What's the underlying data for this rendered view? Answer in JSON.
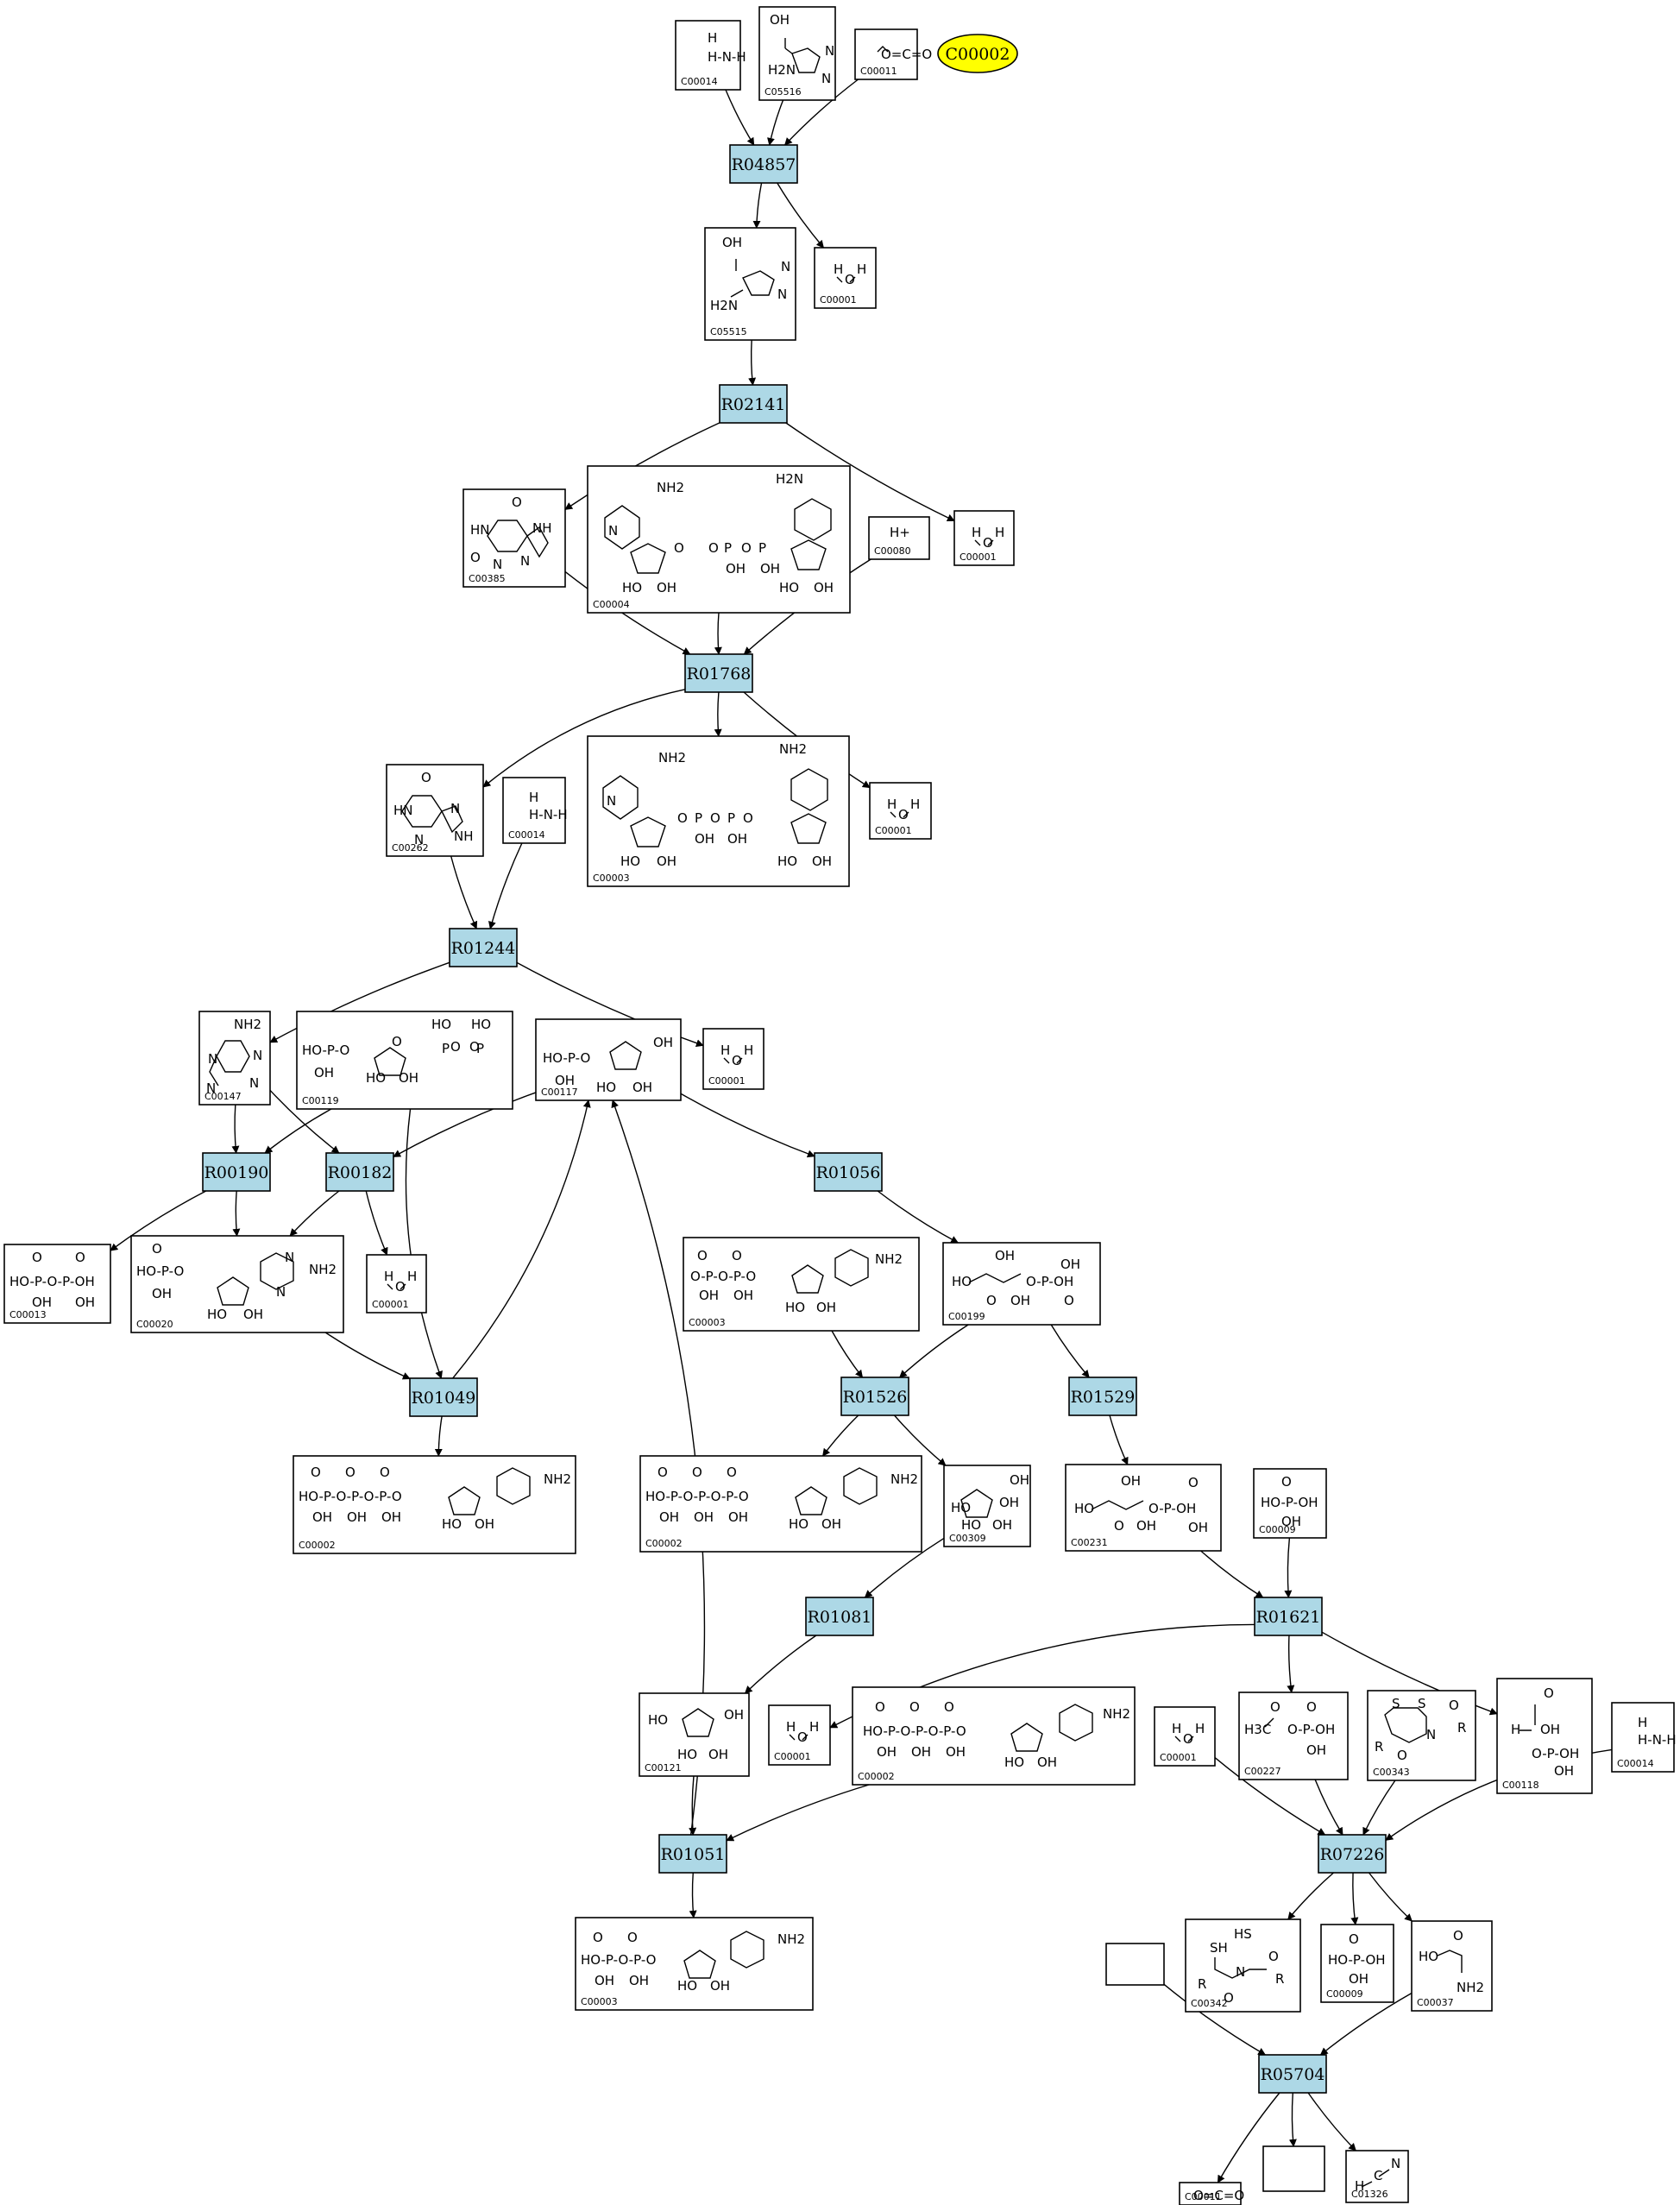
{
  "highlight": {
    "label": "C00002",
    "color": "#ffff00"
  },
  "reactions": [
    {
      "id": "R04857",
      "label": "R04857"
    },
    {
      "id": "R02141",
      "label": "R02141"
    },
    {
      "id": "R01768",
      "label": "R01768"
    },
    {
      "id": "R01244",
      "label": "R01244"
    },
    {
      "id": "R00190",
      "label": "R00190"
    },
    {
      "id": "R00182",
      "label": "R00182"
    },
    {
      "id": "R01056",
      "label": "R01056"
    },
    {
      "id": "R01049",
      "label": "R01049"
    },
    {
      "id": "R01526",
      "label": "R01526"
    },
    {
      "id": "R01529",
      "label": "R01529"
    },
    {
      "id": "R01081",
      "label": "R01081"
    },
    {
      "id": "R01621",
      "label": "R01621"
    },
    {
      "id": "R01051",
      "label": "R01051"
    },
    {
      "id": "R07226",
      "label": "R07226"
    },
    {
      "id": "R05704",
      "label": "R05704"
    }
  ],
  "reaction_color": "#add8e6",
  "compounds": [
    {
      "key": "c00014a",
      "id": "C00014",
      "formula": "NH3"
    },
    {
      "key": "c05516",
      "id": "C05516",
      "formula": ""
    },
    {
      "key": "c00011a",
      "id": "C00011",
      "formula": "O=C=O"
    },
    {
      "key": "c05515",
      "id": "C05515",
      "formula": ""
    },
    {
      "key": "c00001a",
      "id": "C00001",
      "formula": "H2O"
    },
    {
      "key": "c00385",
      "id": "C00385",
      "formula": ""
    },
    {
      "key": "c00004",
      "id": "C00004",
      "formula": ""
    },
    {
      "key": "c00080",
      "id": "C00080",
      "formula": "H+"
    },
    {
      "key": "c00001b",
      "id": "C00001",
      "formula": "H2O"
    },
    {
      "key": "c00262",
      "id": "C00262",
      "formula": ""
    },
    {
      "key": "c00014b",
      "id": "C00014",
      "formula": "NH3"
    },
    {
      "key": "c00003a",
      "id": "C00003",
      "formula": ""
    },
    {
      "key": "c00001c",
      "id": "C00001",
      "formula": "H2O"
    },
    {
      "key": "c00147",
      "id": "C00147",
      "formula": ""
    },
    {
      "key": "c00119",
      "id": "C00119",
      "formula": ""
    },
    {
      "key": "c00117",
      "id": "C00117",
      "formula": ""
    },
    {
      "key": "c00001d",
      "id": "C00001",
      "formula": "H2O"
    },
    {
      "key": "c00013",
      "id": "C00013",
      "formula": ""
    },
    {
      "key": "c00020",
      "id": "C00020",
      "formula": ""
    },
    {
      "key": "c00001e",
      "id": "C00001",
      "formula": "H2O"
    },
    {
      "key": "c00003b",
      "id": "C00003",
      "formula": ""
    },
    {
      "key": "c00199",
      "id": "C00199",
      "formula": ""
    },
    {
      "key": "c00002a",
      "id": "C00002",
      "formula": ""
    },
    {
      "key": "c00002b",
      "id": "C00002",
      "formula": ""
    },
    {
      "key": "c00309",
      "id": "C00309",
      "formula": ""
    },
    {
      "key": "c00231",
      "id": "C00231",
      "formula": ""
    },
    {
      "key": "c00009a",
      "id": "C00009",
      "formula": ""
    },
    {
      "key": "c00121",
      "id": "C00121",
      "formula": ""
    },
    {
      "key": "c00001f",
      "id": "C00001",
      "formula": "H2O"
    },
    {
      "key": "c00002c",
      "id": "C00002",
      "formula": ""
    },
    {
      "key": "c00001g",
      "id": "C00001",
      "formula": "H2O"
    },
    {
      "key": "c00227",
      "id": "C00227",
      "formula": ""
    },
    {
      "key": "c00343",
      "id": "C00343",
      "formula": ""
    },
    {
      "key": "c00118",
      "id": "C00118",
      "formula": ""
    },
    {
      "key": "c00014c",
      "id": "C00014",
      "formula": "NH3"
    },
    {
      "key": "c00003c",
      "id": "C00003",
      "formula": ""
    },
    {
      "key": "c00342",
      "id": "C00342",
      "formula": ""
    },
    {
      "key": "c00009b",
      "id": "C00009",
      "formula": ""
    },
    {
      "key": "c00037",
      "id": "C00037",
      "formula": ""
    },
    {
      "key": "blank1",
      "id": "",
      "formula": ""
    },
    {
      "key": "c00011b",
      "id": "C00011",
      "formula": "O=C=O"
    },
    {
      "key": "blank2",
      "id": "",
      "formula": ""
    },
    {
      "key": "c01326",
      "id": "C01326",
      "formula": "HCN"
    }
  ],
  "edges": [
    [
      "c00014a",
      "R04857"
    ],
    [
      "c05516",
      "R04857"
    ],
    [
      "c00011a",
      "R04857"
    ],
    [
      "R04857",
      "c05515"
    ],
    [
      "R04857",
      "c00001a"
    ],
    [
      "c05515",
      "R02141"
    ],
    [
      "R02141",
      "c00385"
    ],
    [
      "R02141",
      "c00001b"
    ],
    [
      "c00385",
      "R01768"
    ],
    [
      "c00004",
      "R01768"
    ],
    [
      "c00080",
      "R01768"
    ],
    [
      "R01768",
      "c00262"
    ],
    [
      "R01768",
      "c00003a"
    ],
    [
      "R01768",
      "c00001c"
    ],
    [
      "c00262",
      "R01244"
    ],
    [
      "c00014b",
      "R01244"
    ],
    [
      "R01244",
      "c00147"
    ],
    [
      "R01244",
      "c00001d"
    ],
    [
      "c00147",
      "R00190"
    ],
    [
      "c00147",
      "R00182"
    ],
    [
      "c00119",
      "R00190"
    ],
    [
      "c00119",
      "R01049"
    ],
    [
      "c00117",
      "R00182"
    ],
    [
      "c00117",
      "R01056"
    ],
    [
      "R00190",
      "c00013"
    ],
    [
      "R00190",
      "c00020"
    ],
    [
      "R00182",
      "c00020"
    ],
    [
      "R00182",
      "c00001e"
    ],
    [
      "c00020",
      "R01049"
    ],
    [
      "R01049",
      "c00117"
    ],
    [
      "R01049",
      "c00002a"
    ],
    [
      "R01056",
      "c00199"
    ],
    [
      "c00003b",
      "R01526"
    ],
    [
      "c00199",
      "R01526"
    ],
    [
      "c00199",
      "R01529"
    ],
    [
      "R01526",
      "c00002b"
    ],
    [
      "R01526",
      "c00309"
    ],
    [
      "R01529",
      "c00231"
    ],
    [
      "c00309",
      "R01081"
    ],
    [
      "R01081",
      "c00121"
    ],
    [
      "c00231",
      "R01621"
    ],
    [
      "c00009a",
      "R01621"
    ],
    [
      "R01621",
      "c00001f"
    ],
    [
      "R01621",
      "c00227"
    ],
    [
      "R01621",
      "c00118"
    ],
    [
      "c00121",
      "R01051"
    ],
    [
      "c00002c",
      "R01051"
    ],
    [
      "R01051",
      "c00117"
    ],
    [
      "R01051",
      "c00003c"
    ],
    [
      "c00001g",
      "R07226"
    ],
    [
      "c00227",
      "R07226"
    ],
    [
      "c00343",
      "R07226"
    ],
    [
      "c00014c",
      "R07226"
    ],
    [
      "R07226",
      "c00342"
    ],
    [
      "R07226",
      "c00009b"
    ],
    [
      "R07226",
      "c00037"
    ],
    [
      "blank1",
      "R05704"
    ],
    [
      "c00037",
      "R05704"
    ],
    [
      "R05704",
      "c00011b"
    ],
    [
      "R05704",
      "blank2"
    ],
    [
      "R05704",
      "c01326"
    ]
  ]
}
